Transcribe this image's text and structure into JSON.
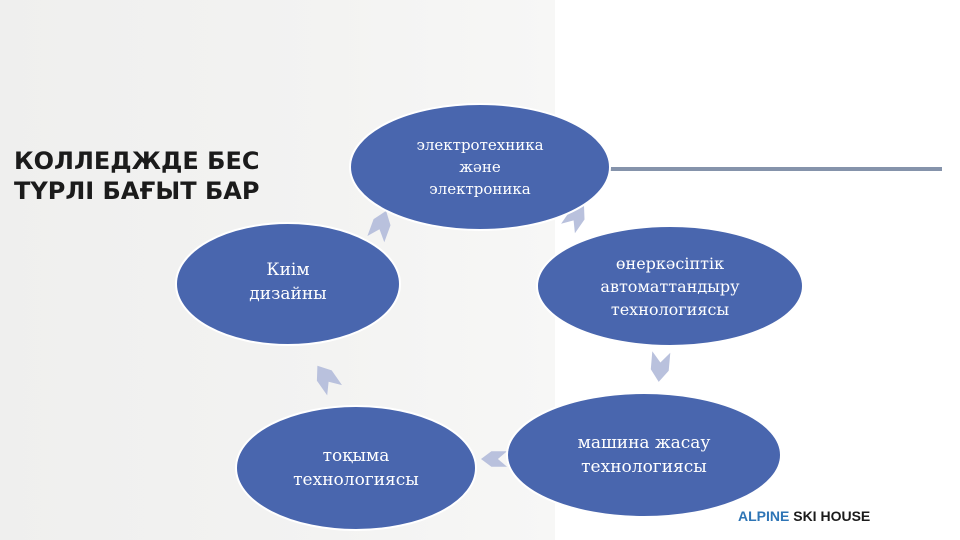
{
  "slide": {
    "title_lines": [
      "КОЛЛЕДЖДЕ БЕС",
      "ТҮРЛІ БАҒЫТ БАР"
    ],
    "brand_part1": "ALPINE",
    "brand_part2": "SKI HOUSE"
  },
  "colors": {
    "node_fill": "#4966ae",
    "node_stroke": "#ffffff",
    "arrow_fill": "#b9c1dd",
    "rule": "#8593ab"
  },
  "cycle": {
    "nodes": [
      {
        "lines": [
          "электротехника",
          "және",
          "электроника"
        ]
      },
      {
        "lines": [
          "өнеркәсіптік",
          "автоматтандыру",
          "технологиясы"
        ]
      },
      {
        "lines": [
          "машина жасау",
          "технологиясы"
        ]
      },
      {
        "lines": [
          "тоқыма",
          "технологиясы"
        ]
      },
      {
        "lines": [
          "Киім",
          "дизайны"
        ]
      }
    ]
  }
}
